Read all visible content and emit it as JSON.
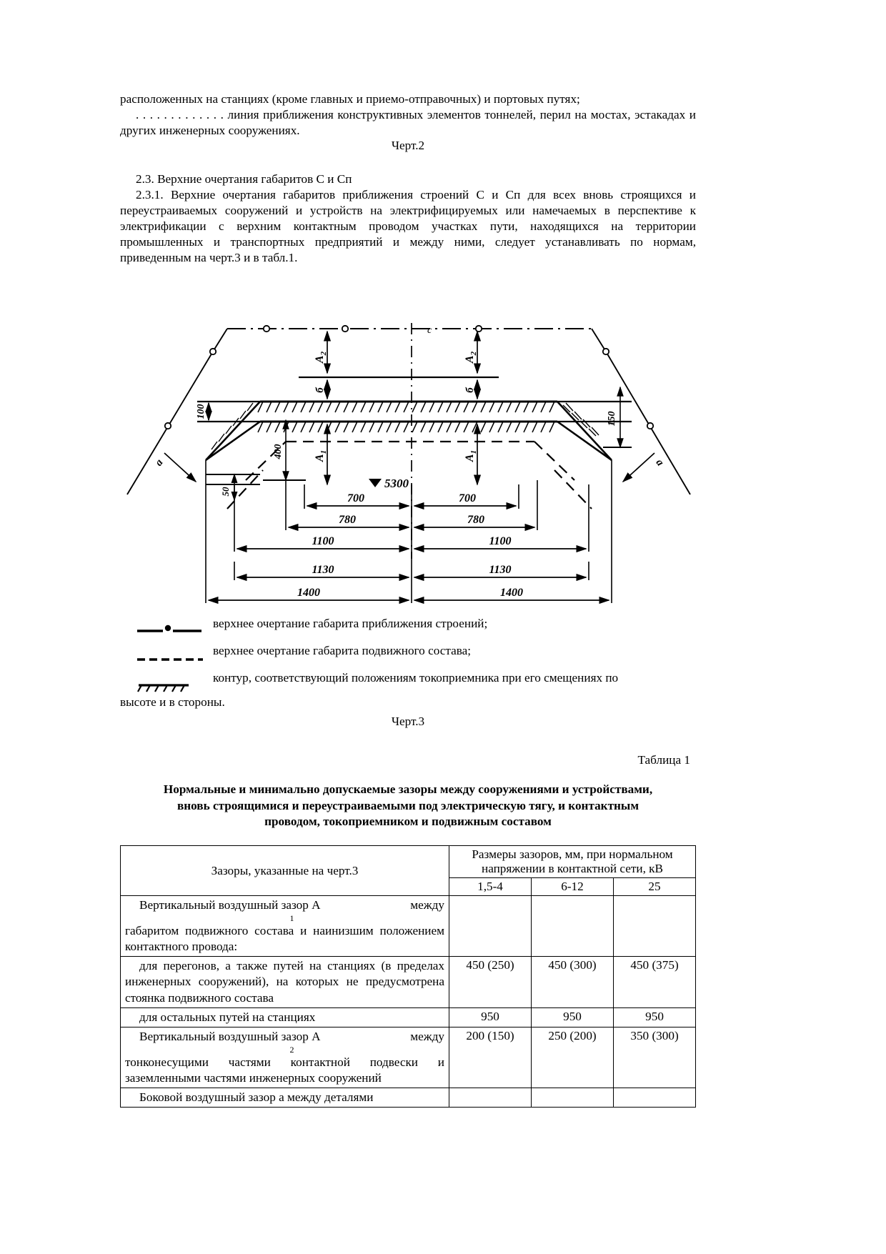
{
  "document": {
    "top_paragraphs": [
      "расположенных на станциях (кроме главных и приемо-отправочных) и портовых путях;",
      ". . . . . . . . . . . . . линия приближения конструктивных элементов тоннелей, перил на мостах, эстакадах и других инженерных сооружениях."
    ],
    "figure2_caption": "Черт.2",
    "section_heading": "2.3. Верхние очертания габаритов С и Сп",
    "section_body": "2.3.1. Верхние очертания габаритов приближения строений С и Сп для всех вновь строящихся и переустраиваемых сооружений и устройств на электрифицируемых или намечаемых в перспективе к электрификации с верхним контактным проводом участках пути, находящихся на территории промышленных и транспортных предприятий и между ними, следует устанавливать по нормам, приведенным на черт.3 и в табл.1.",
    "figure3_caption": "Черт.3",
    "table_number_label": "Таблица 1"
  },
  "figure": {
    "labels": {
      "a2_left": "A",
      "a2_left_sub": "2",
      "a2_right": "A",
      "a2_right_sub": "2",
      "a1_left": "A",
      "a1_left_sub": "1",
      "a1_right": "A",
      "a1_right_sub": "1",
      "a_small_left": "a",
      "a_small_right": "a",
      "b_left": "б",
      "b_right": "б",
      "c_top": "c",
      "elev": "5300",
      "dim_100": "100",
      "dim_150": "150",
      "dim_400": "400",
      "dim_50": "50",
      "dim_700_left": "700",
      "dim_700_right": "700",
      "dim_780_left": "780",
      "dim_780_right": "780",
      "dim_1100_left": "1100",
      "dim_1100_right": "1100",
      "dim_1130_left": "1130",
      "dim_1130_right": "1130",
      "dim_1400_left": "1400",
      "dim_1400_right": "1400"
    }
  },
  "legend": {
    "items": [
      {
        "symbol": "solid-line-with-circle",
        "text": "верхнее очертание габарита приближения строений;"
      },
      {
        "symbol": "dashed-line",
        "text": "верхнее очертание габарита подвижного состава;"
      },
      {
        "symbol": "hatched-line",
        "text": "контур, соответствующий положениям токоприемника при его смещениях по"
      }
    ],
    "tail_text": "высоте и в стороны."
  },
  "table": {
    "title": "Нормальные и минимально допускаемые зазоры между сооружениями и устройствами, вновь строящимися и переустраиваемыми под электрическую тягу, и контактным проводом, токоприемником и подвижным составом",
    "header": {
      "col1": "Зазоры, указанные на черт.3",
      "col2_group": "Размеры зазоров, мм, при нормальном напряжении в контактной сети, кВ",
      "sub_cols": [
        "1,5-4",
        "6-12",
        "25"
      ]
    },
    "rows": [
      {
        "desc_main": "Вертикальный воздушный зазор A",
        "desc_sub": "1",
        "desc_cont": "габаритом подвижного состава и наинизшим положением контактного провода:",
        "desc_prefix_word": "между",
        "values": [
          "",
          "",
          ""
        ]
      },
      {
        "desc_main": "для перегонов, а также путей на станциях (в пределах инженерных сооружений), на которых не предусмотрена стоянка подвижного состава",
        "values": [
          "450 (250)",
          "450 (300)",
          "450 (375)"
        ]
      },
      {
        "desc_main": "для остальных путей на станциях",
        "values": [
          "950",
          "950",
          "950"
        ]
      },
      {
        "desc_main": "Вертикальный воздушный зазор A",
        "desc_sub": "2",
        "desc_prefix_word": "между",
        "desc_cont": "тонконесущими частями контактной подвески и заземленными частями инженерных сооружений",
        "values": [
          "200 (150)",
          "250 (200)",
          "350 (300)"
        ]
      },
      {
        "desc_main": "Боковой воздушный зазор a между деталями",
        "values": [
          "",
          "",
          ""
        ]
      }
    ]
  }
}
